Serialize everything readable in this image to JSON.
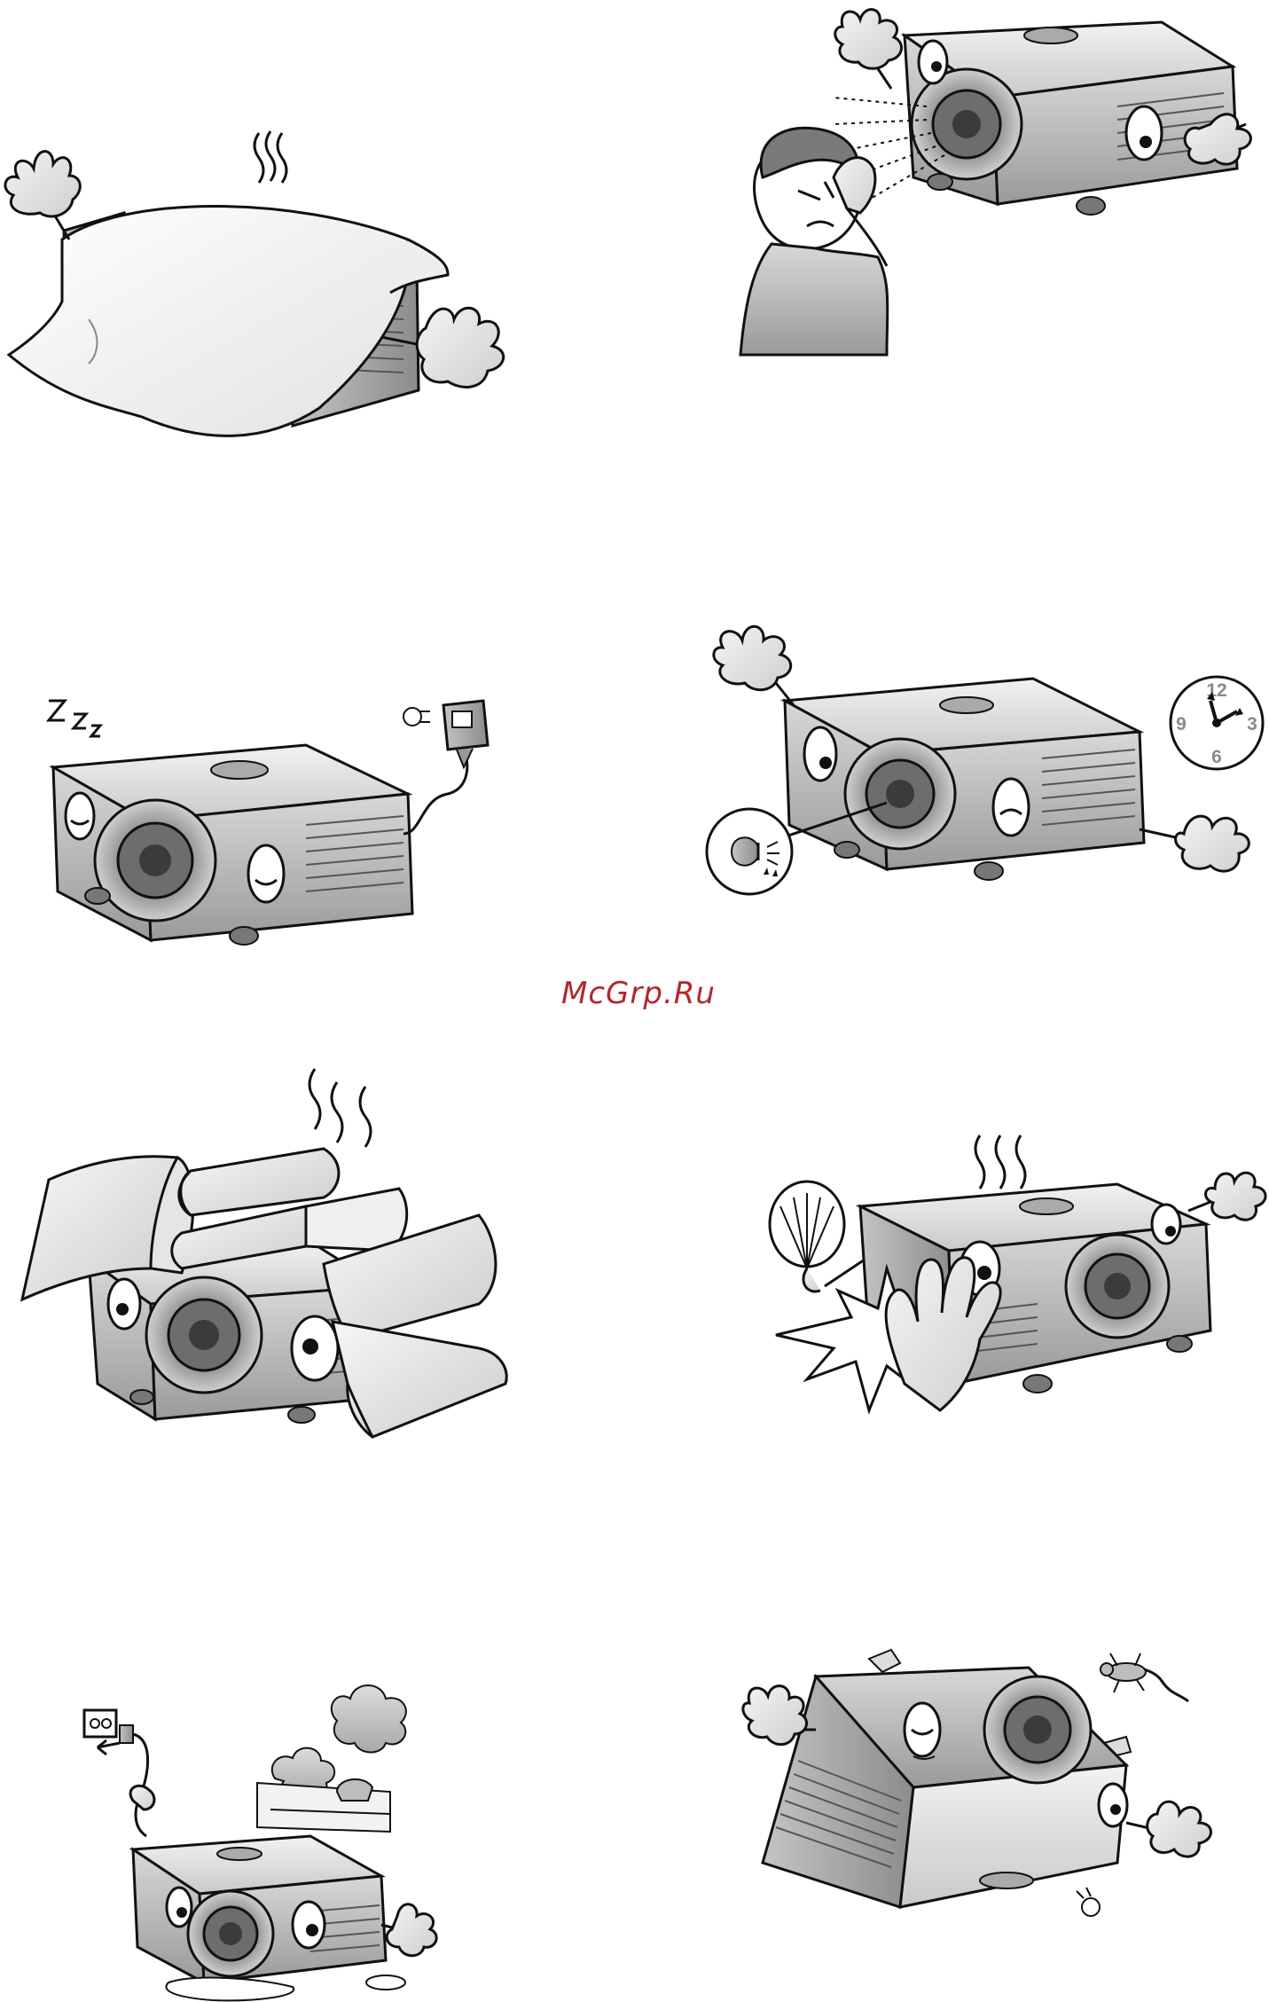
{
  "watermark": {
    "text": "McGrp.Ru",
    "color": "#b3262b"
  },
  "illustrations": [
    {
      "id": "covered-projector",
      "icon": "projector-covered-with-cloth"
    },
    {
      "id": "looking-into-lens",
      "icon": "person-looking-into-lens"
    },
    {
      "id": "sleeping-projector-adapter",
      "icon": "projector-sleeping-with-power-adapter"
    },
    {
      "id": "lamp-clock",
      "icon": "projector-lamp-and-clock"
    },
    {
      "id": "projector-under-books",
      "icon": "projector-buried-under-books"
    },
    {
      "id": "hot-projector-fan",
      "icon": "projector-overheating-hand-warning"
    },
    {
      "id": "outlet-steam",
      "icon": "projector-near-outlet-and-steam"
    },
    {
      "id": "ceiling-mounted",
      "icon": "ceiling-mounted-projector-with-lizard"
    }
  ],
  "clock": {
    "n12": "12",
    "n3": "3",
    "n6": "6",
    "n9": "9"
  },
  "colors": {
    "line": "#111111",
    "body_light": "#e6e6e6",
    "body_mid": "#bdbdbd",
    "body_dark": "#8f8f8f"
  }
}
